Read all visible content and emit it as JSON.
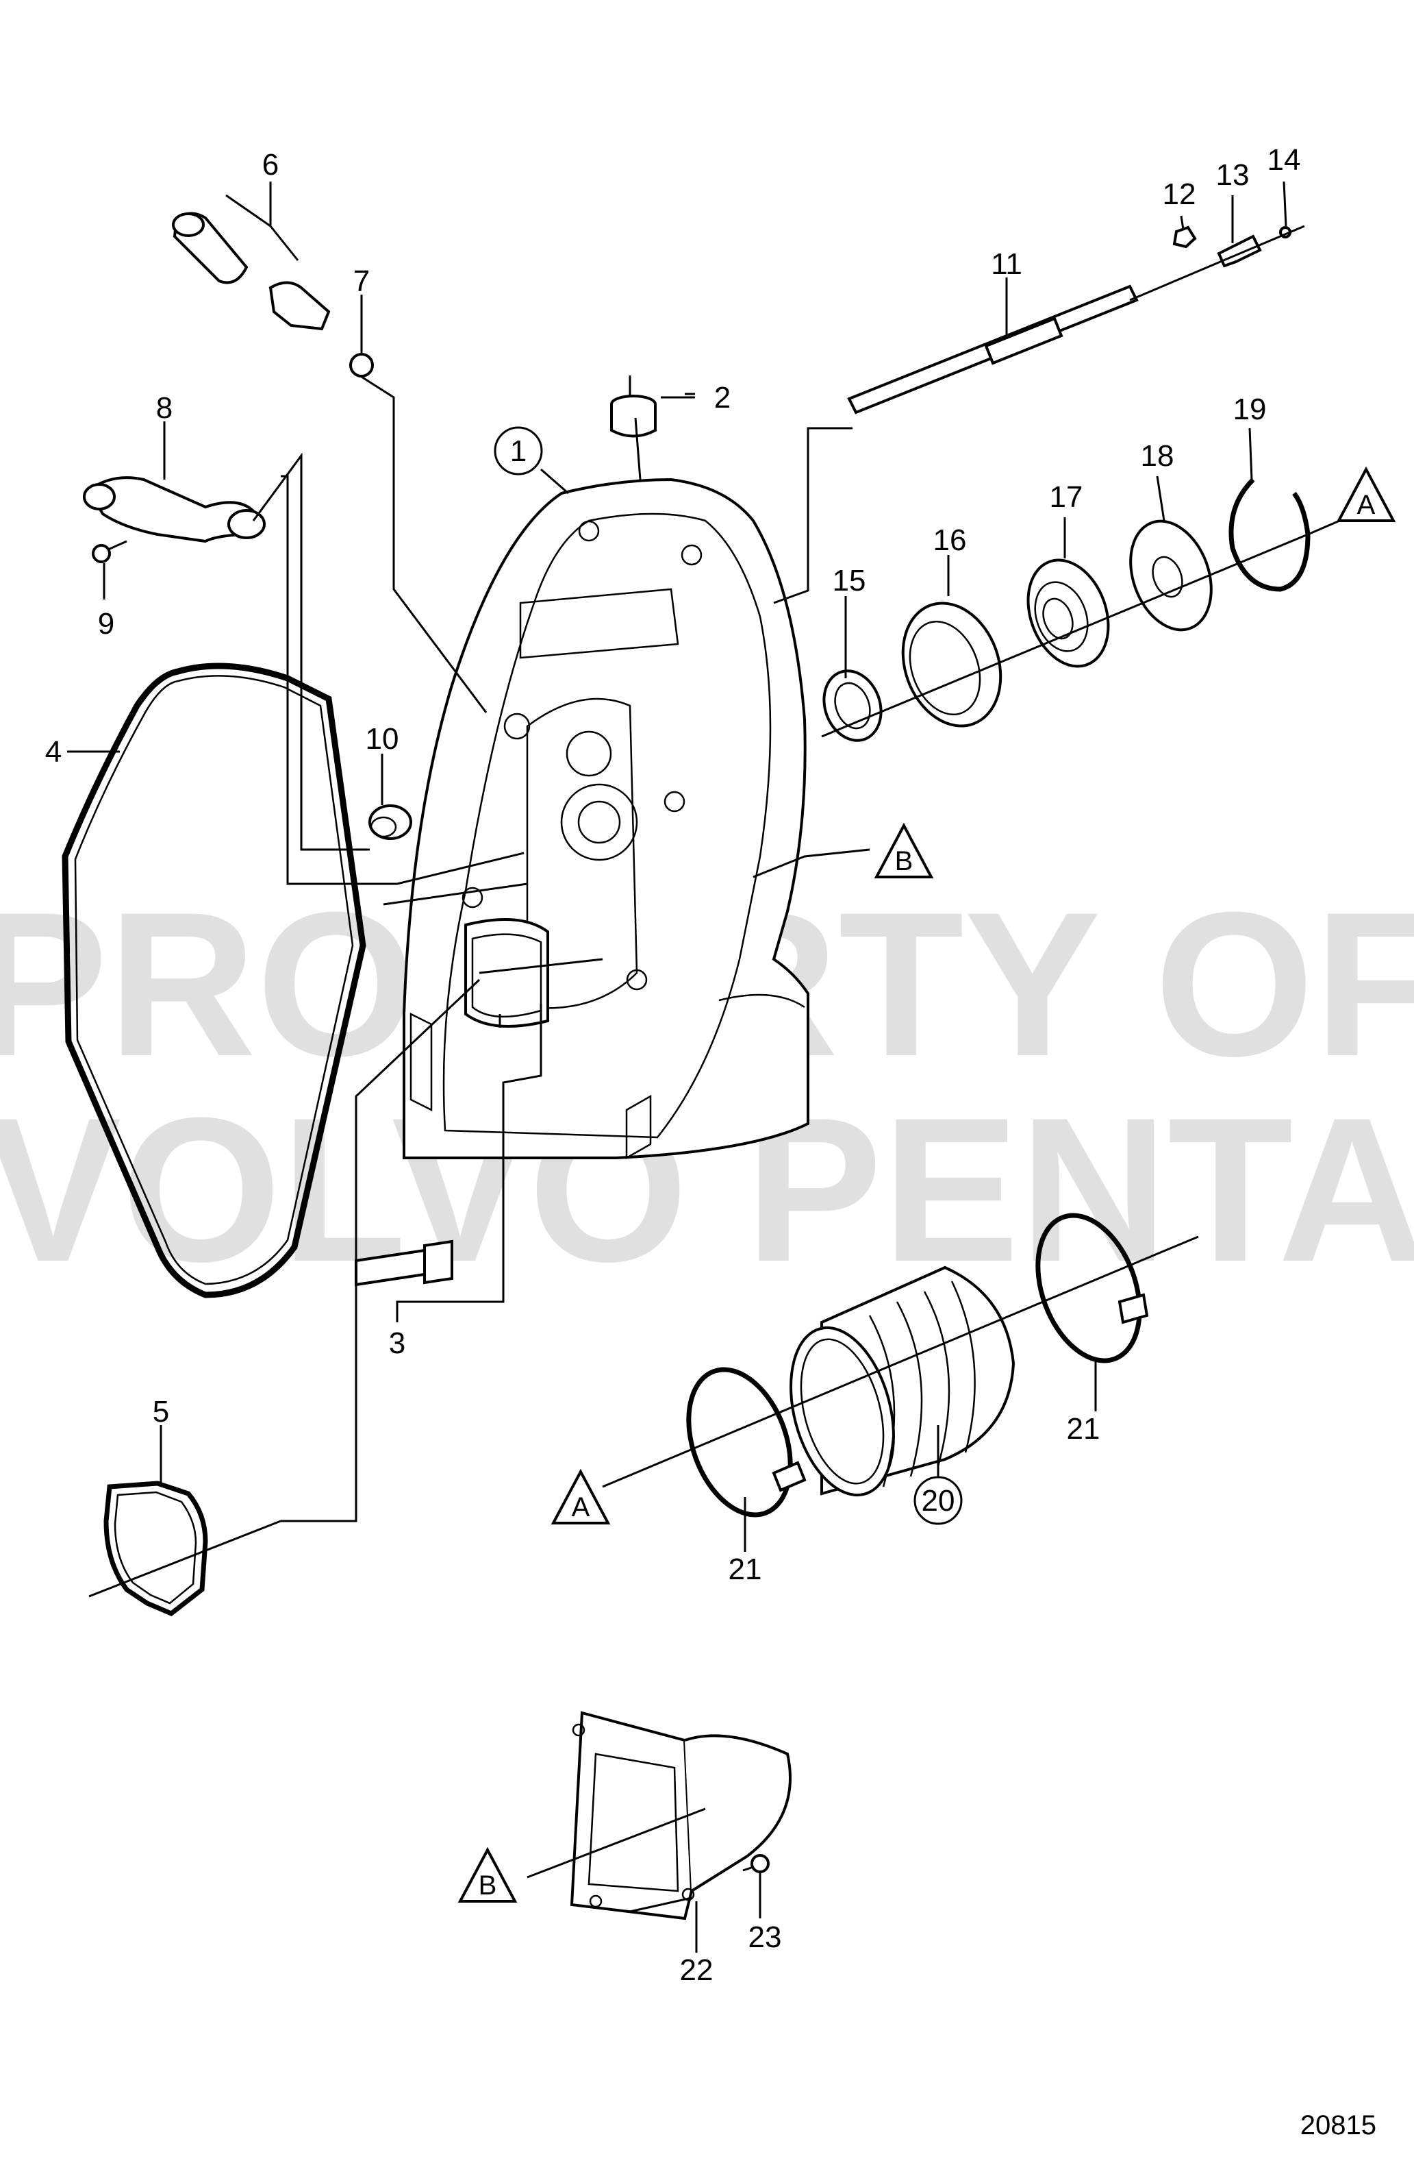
{
  "watermark": {
    "line1": "PROPERTY OF",
    "line2": "VOLVO PENTA"
  },
  "figure_number": "20815",
  "callouts": {
    "c1": "1",
    "c2": "2",
    "c3": "3",
    "c4": "4",
    "c5": "5",
    "c6": "6",
    "c7": "7",
    "c8": "8",
    "c9": "9",
    "c10": "10",
    "c11": "11",
    "c12": "12",
    "c13": "13",
    "c14": "14",
    "c15": "15",
    "c16": "16",
    "c17": "17",
    "c18": "18",
    "c19": "19",
    "c20": "20",
    "c21a": "21",
    "c21b": "21",
    "c22": "22",
    "c23": "23"
  },
  "refs": {
    "A1": "A",
    "A2": "A",
    "B1": "B",
    "B2": "B"
  }
}
